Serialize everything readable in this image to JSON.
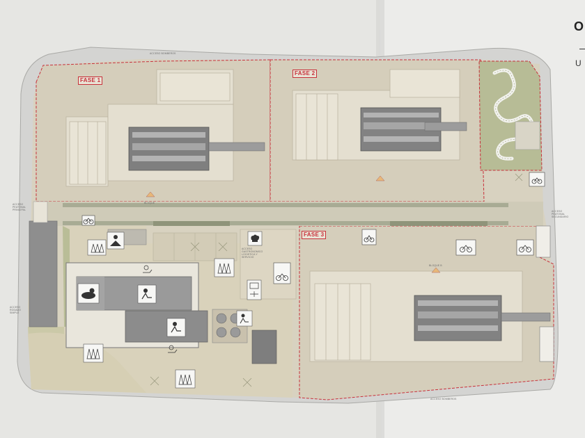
{
  "labels": {
    "fase1": "FASE 1",
    "fase2": "FASE 2",
    "fase3": "FASE 3",
    "acceso_top": "ACCESO BOMBEROS",
    "acceso_bottom": "ACCESO BOMBEROS",
    "acceso_peatonal_left": "ACCESO PEATONAL PRINCIPAL",
    "acceso_rodado_left": "ACCESO RODADO SIMPLE",
    "acceso_gastronomico": "ACCESO GASTRONOMICO LOGISTICA Y SERVICIO",
    "acceso_peatonal_right": "ACCESO PEATONAL SECUNDARIO",
    "bloque": "BLOQUE",
    "bloque_b": "BLOQUE B"
  },
  "page_edge_text": {
    "heading_fragment": "O",
    "sub_fragment": "U"
  },
  "colors": {
    "phase_outline": "#c8303a",
    "landscape_green": "#b8bc95",
    "building_beige": "#d9d2bf",
    "paper": "#eeeeea"
  },
  "icons": [
    "bicycle-parking-icon",
    "tree-icon",
    "pool-icon",
    "person-icon",
    "chef-hat-icon",
    "sun-lounger-icon",
    "fire-access-icon"
  ]
}
